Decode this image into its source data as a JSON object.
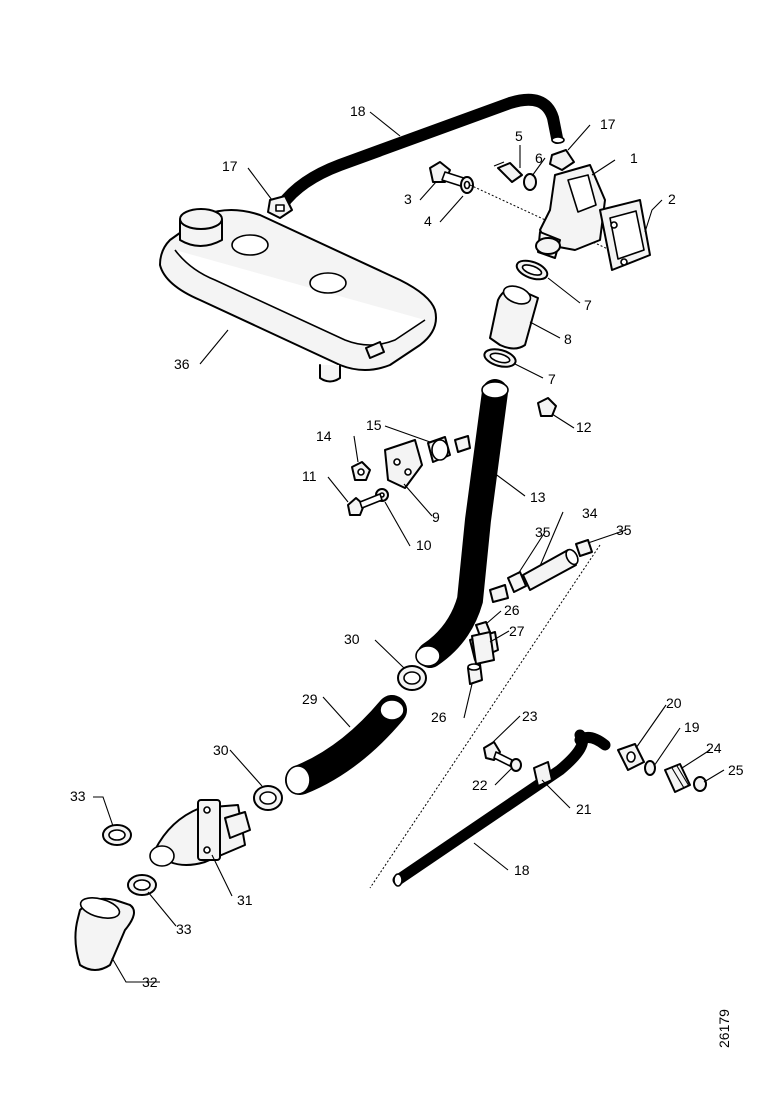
{
  "figure_number": "26179",
  "callouts": {
    "c1": "1",
    "c2": "2",
    "c3": "3",
    "c4": "4",
    "c5": "5",
    "c6": "6",
    "c7a": "7",
    "c7b": "7",
    "c8": "8",
    "c9": "9",
    "c10": "10",
    "c11": "11",
    "c12": "12",
    "c13": "13",
    "c14": "14",
    "c15": "15",
    "c17a": "17",
    "c17b": "17",
    "c18a": "18",
    "c18b": "18",
    "c19": "19",
    "c20": "20",
    "c21": "21",
    "c22": "22",
    "c23": "23",
    "c24": "24",
    "c25": "25",
    "c26a": "26",
    "c26b": "26",
    "c27": "27",
    "c29": "29",
    "c30a": "30",
    "c30b": "30",
    "c31": "31",
    "c32": "32",
    "c33a": "33",
    "c33b": "33",
    "c34": "34",
    "c35a": "35",
    "c35b": "35",
    "c36": "36"
  }
}
